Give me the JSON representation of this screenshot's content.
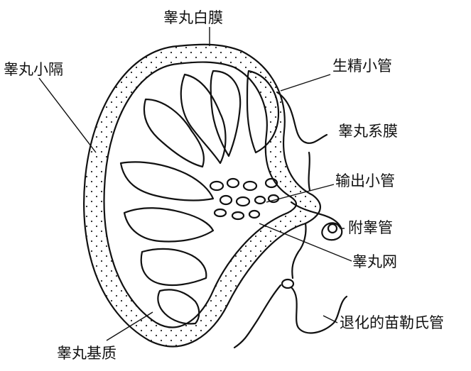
{
  "labels": {
    "tunica_albuginea": "睾丸白膜",
    "septula_testis": "睾丸小隔",
    "seminiferous_tubules": "生精小管",
    "mesorchium": "睾丸系膜",
    "efferent_ductules": "输出小管",
    "appendix_epididymis": "附睾管",
    "rete_testis": "睾丸网",
    "degenerated_mullerian_duct": "退化的苗勒氏管",
    "testis_stroma": "睾丸基质"
  }
}
